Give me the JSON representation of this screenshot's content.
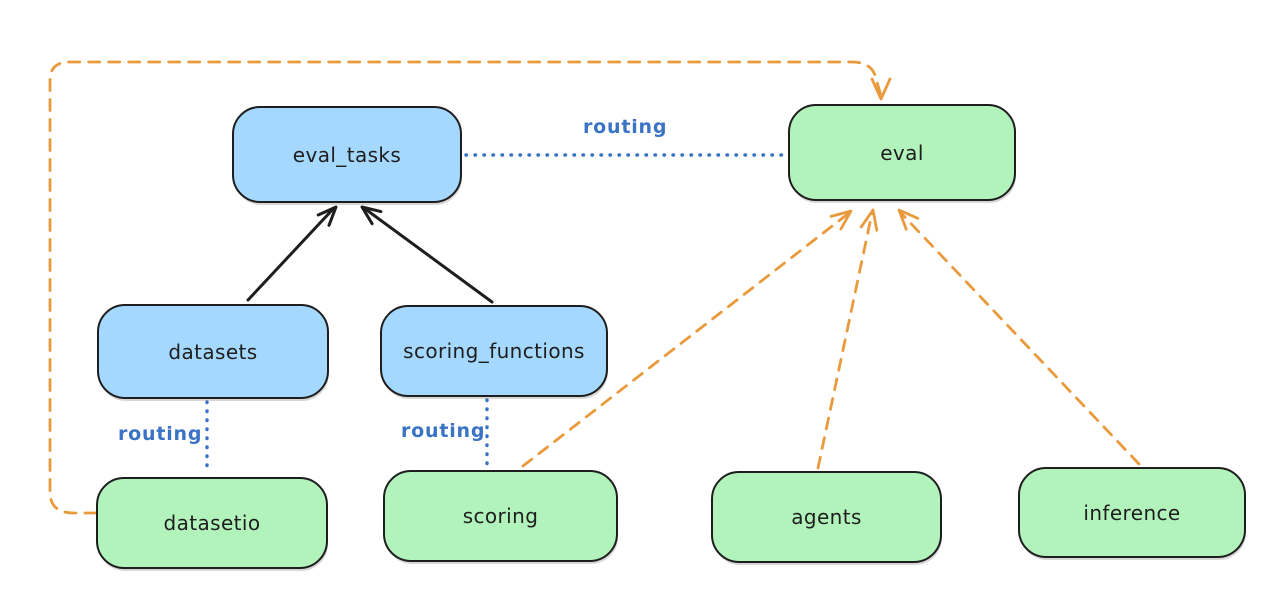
{
  "colors": {
    "background": "#ffffff",
    "stroke": "#1e1e1e",
    "blue_fill": "#a5d8ff",
    "green_fill": "#b2f2bb",
    "routing_blue": "#3b73c4",
    "orange": "#e99a3d"
  },
  "boxes": [
    {
      "label": "eval_tasks",
      "color": "blue"
    },
    {
      "label": "eval",
      "color": "green"
    },
    {
      "label": "datasets",
      "color": "blue"
    },
    {
      "label": "scoring_functions",
      "color": "blue"
    },
    {
      "label": "datasetio",
      "color": "green"
    },
    {
      "label": "scoring",
      "color": "green"
    },
    {
      "label": "agents",
      "color": "green"
    },
    {
      "label": "inference",
      "color": "green"
    }
  ],
  "routing_labels": [
    {
      "text": "routing",
      "between": "eval_tasks and eval"
    },
    {
      "text": "routing",
      "between": "datasets and datasetio"
    },
    {
      "text": "routing",
      "between": "scoring_functions and scoring"
    }
  ],
  "edges": [
    {
      "from": "datasets",
      "to": "eval_tasks",
      "style": "solid-black-arrow"
    },
    {
      "from": "scoring_functions",
      "to": "eval_tasks",
      "style": "solid-black-arrow"
    },
    {
      "from": "eval_tasks",
      "to": "eval",
      "style": "dotted-blue",
      "label": "routing"
    },
    {
      "from": "datasets",
      "to": "datasetio",
      "style": "dotted-blue",
      "label": "routing"
    },
    {
      "from": "scoring_functions",
      "to": "scoring",
      "style": "dotted-blue",
      "label": "routing"
    },
    {
      "from": "datasetio",
      "to": "eval",
      "style": "dashed-orange-arrow",
      "route": "around left and top edge"
    },
    {
      "from": "scoring",
      "to": "eval",
      "style": "dashed-orange-arrow"
    },
    {
      "from": "agents",
      "to": "eval",
      "style": "dashed-orange-arrow"
    },
    {
      "from": "inference",
      "to": "eval",
      "style": "dashed-orange-arrow"
    }
  ]
}
